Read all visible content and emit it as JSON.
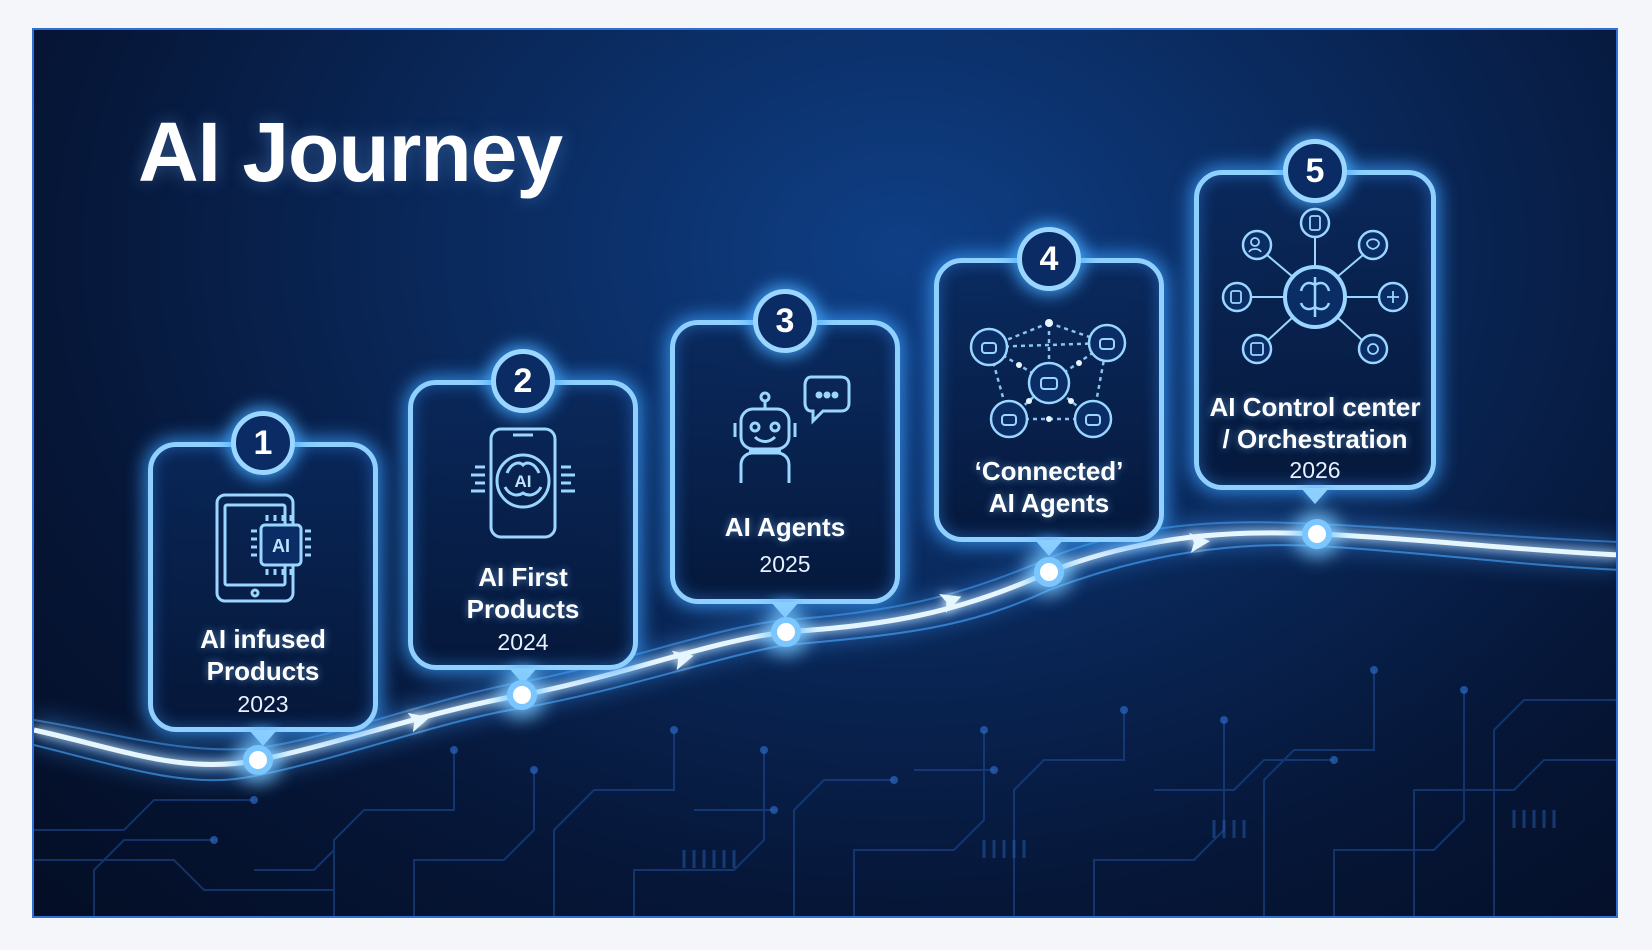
{
  "slide": {
    "title": "AI Journey",
    "colors": {
      "background": "#0a2a5e",
      "glow": "#8fd0ff",
      "text": "#ffffff"
    }
  },
  "steps": [
    {
      "number": "1",
      "label": "AI infused\nProducts",
      "year": "2023",
      "icon": "tablet-ai-chip-icon",
      "chip_text": "AI"
    },
    {
      "number": "2",
      "label": "AI First\nProducts",
      "year": "2024",
      "icon": "phone-ai-brain-icon",
      "chip_text": "AI"
    },
    {
      "number": "3",
      "label": "AI Agents",
      "year": "2025",
      "icon": "robot-chat-icon"
    },
    {
      "number": "4",
      "label": "‘Connected’\nAI Agents",
      "year": "",
      "icon": "agent-network-icon"
    },
    {
      "number": "5",
      "label": "AI Control center\n/ Orchestration",
      "year": "2026",
      "icon": "brain-hub-orchestration-icon"
    }
  ]
}
